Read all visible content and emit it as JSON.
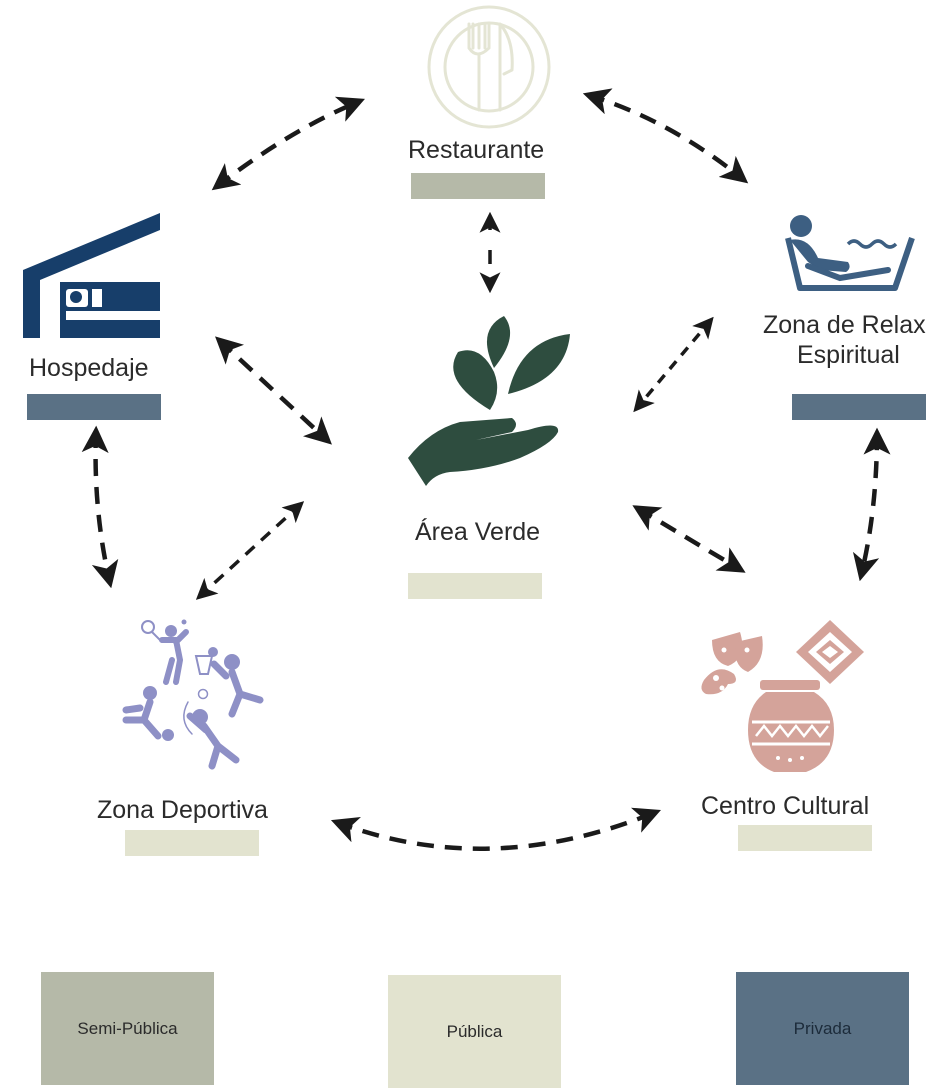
{
  "nodes": {
    "restaurante": {
      "label": "Restaurante",
      "zone": "semi_publica"
    },
    "hospedaje": {
      "label": "Hospedaje",
      "zone": "privada"
    },
    "relax": {
      "label_line1": "Zona de Relax",
      "label_line2": "Espiritual",
      "zone": "privada"
    },
    "area_verde": {
      "label": "Área Verde",
      "zone": "publica"
    },
    "deportiva": {
      "label": "Zona Deportiva",
      "zone": "publica"
    },
    "cultural": {
      "label": "Centro Cultural",
      "zone": "publica"
    }
  },
  "legend": [
    {
      "key": "semi_publica",
      "label": "Semi-Pública",
      "color": "#b5b9a8"
    },
    {
      "key": "publica",
      "label": "Pública",
      "color": "#e2e3cf"
    },
    {
      "key": "privada",
      "label": "Privada",
      "color": "#5a7185"
    }
  ],
  "colors": {
    "semi_publica": "#b5b9a8",
    "publica": "#e2e3cf",
    "privada": "#5a7185",
    "arrow": "#1a1a1a",
    "icon_restaurant": "#e4e5d4",
    "icon_hospedaje": "#173e6a",
    "icon_relax": "#3d5f82",
    "icon_plant": "#2e4d3f",
    "icon_sports": "#8e90c6",
    "icon_culture": "#d4a39a"
  },
  "icons": {
    "restaurante": "plate-fork-knife-icon",
    "hospedaje": "bed-house-icon",
    "relax": "bathtub-relax-icon",
    "area_verde": "hand-leaves-icon",
    "deportiva": "sports-people-icon",
    "cultural": "culture-pottery-icon"
  },
  "connections": [
    [
      "hospedaje",
      "restaurante"
    ],
    [
      "restaurante",
      "relax"
    ],
    [
      "restaurante",
      "area_verde"
    ],
    [
      "hospedaje",
      "area_verde"
    ],
    [
      "relax",
      "area_verde"
    ],
    [
      "hospedaje",
      "deportiva"
    ],
    [
      "deportiva",
      "area_verde"
    ],
    [
      "area_verde",
      "cultural"
    ],
    [
      "relax",
      "cultural"
    ],
    [
      "deportiva",
      "cultural"
    ]
  ]
}
